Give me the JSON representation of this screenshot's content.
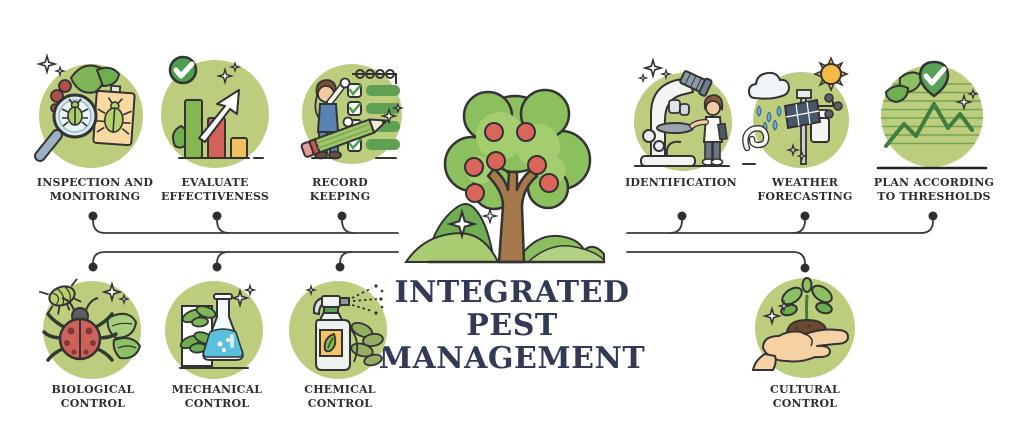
{
  "title": {
    "lines": [
      "INTEGRATED",
      "PEST",
      "MANAGEMENT"
    ]
  },
  "steps": [
    {
      "id": "inspection-monitoring",
      "label": "INSPECTION AND MONITORING",
      "icon": "magnifier-bug-icon"
    },
    {
      "id": "evaluate-effectiveness",
      "label": "EVALUATE EFFECTIVENESS",
      "icon": "bar-chart-check-icon"
    },
    {
      "id": "record-keeping",
      "label": "RECORD KEEPING",
      "icon": "checklist-pencil-icon"
    },
    {
      "id": "identification",
      "label": "IDENTIFICATION",
      "icon": "microscope-icon"
    },
    {
      "id": "weather-forecasting",
      "label": "WEATHER FORECASTING",
      "icon": "weather-station-icon"
    },
    {
      "id": "plan-thresholds",
      "label": "PLAN ACCORDING TO THRESHOLDS",
      "icon": "threshold-chart-icon"
    },
    {
      "id": "biological-control",
      "label": "BIOLOGICAL CONTROL",
      "icon": "ladybug-leaf-icon"
    },
    {
      "id": "mechanical-control",
      "label": "MECHANICAL CONTROL",
      "icon": "flask-leaf-icon"
    },
    {
      "id": "chemical-control",
      "label": "CHEMICAL CONTROL",
      "icon": "spray-bottle-icon"
    },
    {
      "id": "cultural-control",
      "label": "CULTURAL CONTROL",
      "icon": "hand-seedling-icon"
    }
  ],
  "colors": {
    "background": "#ffffff",
    "circle_green": "#bccd7e",
    "title_navy": "#333a56",
    "label_dark": "#2d2d2d",
    "connector_dark": "#3a3a3a",
    "apple_red": "#d9655b",
    "canopy_green": "#8cbf5e",
    "hill_dark_green": "#71ad53",
    "hill_light_green": "#a9cb72",
    "trunk_brown": "#a5794c",
    "check_green": "#4f9e53",
    "bar_green": "#84b751",
    "bar_red": "#d2625a",
    "bar_yellow": "#eec05e",
    "liquid_blue": "#5bbfe0",
    "ladybug_red": "#cd6258",
    "soil_brown": "#6b4a2f",
    "skin_tan": "#f6d1a3"
  }
}
